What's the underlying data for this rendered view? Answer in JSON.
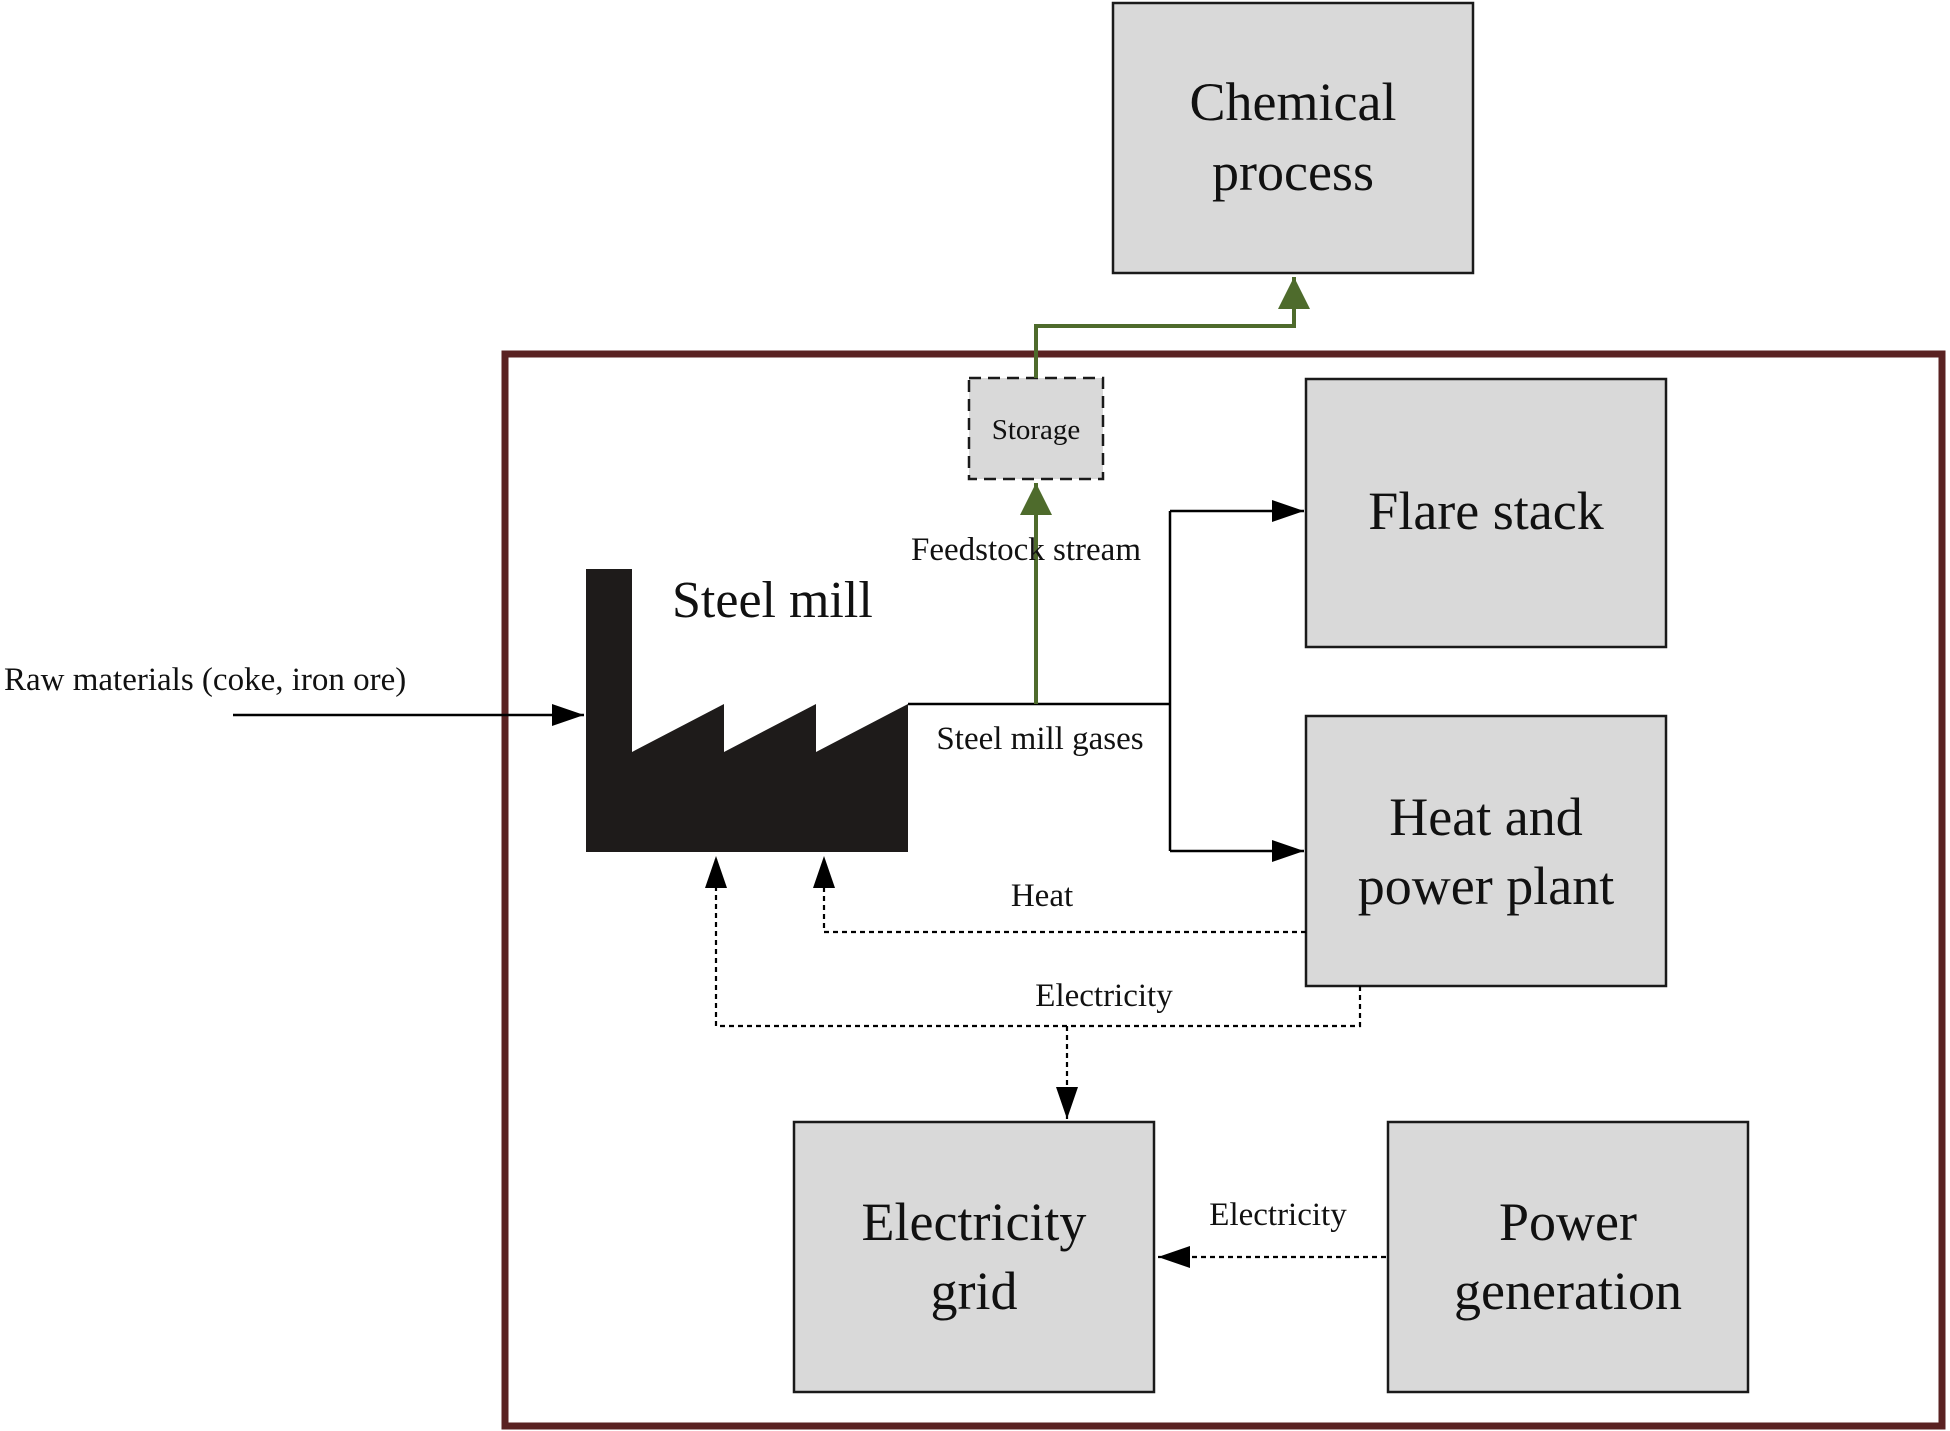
{
  "labels": {
    "chemical_process": [
      "Chemical",
      "process"
    ],
    "storage": "Storage",
    "flare_stack": "Flare stack",
    "steel_mill": "Steel mill",
    "feedstock_stream": "Feedstock stream",
    "raw_materials": "Raw materials (coke, iron ore)",
    "steel_mill_gases": "Steel mill gases",
    "heat_power_plant": [
      "Heat and",
      "power plant"
    ],
    "heat": "Heat",
    "electricity_upper": "Electricity",
    "electricity_grid": [
      "Electricity",
      "grid"
    ],
    "electricity_lower": "Electricity",
    "power_generation": [
      "Power",
      "generation"
    ]
  },
  "colors": {
    "boundary": "#5a2222",
    "feedstock_line": "#4e6b2c",
    "box_fill": "#d9d9d9",
    "factory": "#1e1b1a"
  }
}
